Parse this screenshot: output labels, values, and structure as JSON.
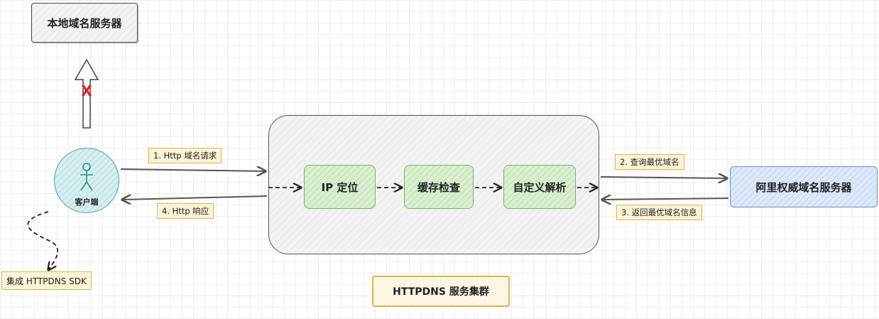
{
  "nodes": {
    "local_dns": "本地域名服务器",
    "client": "客户端",
    "ip_locate": "IP 定位",
    "cache_check": "缓存检查",
    "custom_resolve": "自定义解析",
    "ali_dns": "阿里权威域名服务器",
    "cluster_title": "HTTPDNS 服务集群",
    "sdk_note": "集成 HTTPDNS SDK"
  },
  "edges": {
    "http_request": "1. Http 域名请求",
    "query_best": "2. 查询最优域名",
    "return_best": "3. 返回最优域名信息",
    "http_response": "4. Http 响应",
    "blocked_mark": "X"
  },
  "colors": {
    "client": "#3aa6a0",
    "step": "#7ab46a",
    "authoritative": "#6d8fcc",
    "note": "#d9b84a",
    "blocked": "#d6281e",
    "arrow": "#555555"
  },
  "icons": {
    "client": "person-icon",
    "blocked_arrow": "up-arrow-icon"
  }
}
